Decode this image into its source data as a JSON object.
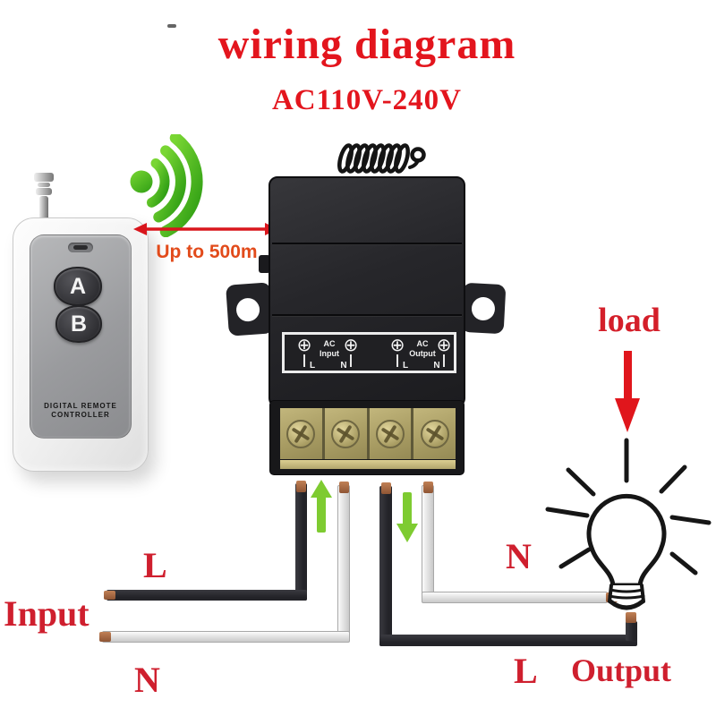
{
  "header": {
    "title": "wiring diagram",
    "subtitle": "AC110V-240V"
  },
  "range": {
    "label": "Up to 500m"
  },
  "remote": {
    "button_a": "A",
    "button_b": "B",
    "brand_line1": "DIGITAL REMOTE",
    "brand_line2": "CONTROLLER"
  },
  "receiver": {
    "screw_symbol": "⊕",
    "input_group": {
      "line1": "AC",
      "line2": "Input"
    },
    "output_group": {
      "line1": "AC",
      "line2": "Output"
    },
    "terminals": [
      "L",
      "N",
      "L",
      "N"
    ]
  },
  "wiring_labels": {
    "input_title": "Input",
    "input_live": "L",
    "input_neutral": "N",
    "output_neutral": "N",
    "output_live": "L",
    "output_title": "Output",
    "load": "load"
  },
  "colors": {
    "title_red": "#e3151d",
    "label_red": "#cf1f2e",
    "range_orange": "#e24b1b",
    "signal_green": "#55c222",
    "flow_arrow_green": "#7ecb31",
    "load_arrow_red": "#e0161c",
    "brass": "#b3a76d",
    "wire_black": "#2a2a2f",
    "wire_white": "#ededed",
    "copper_tip": "#a96a47"
  }
}
